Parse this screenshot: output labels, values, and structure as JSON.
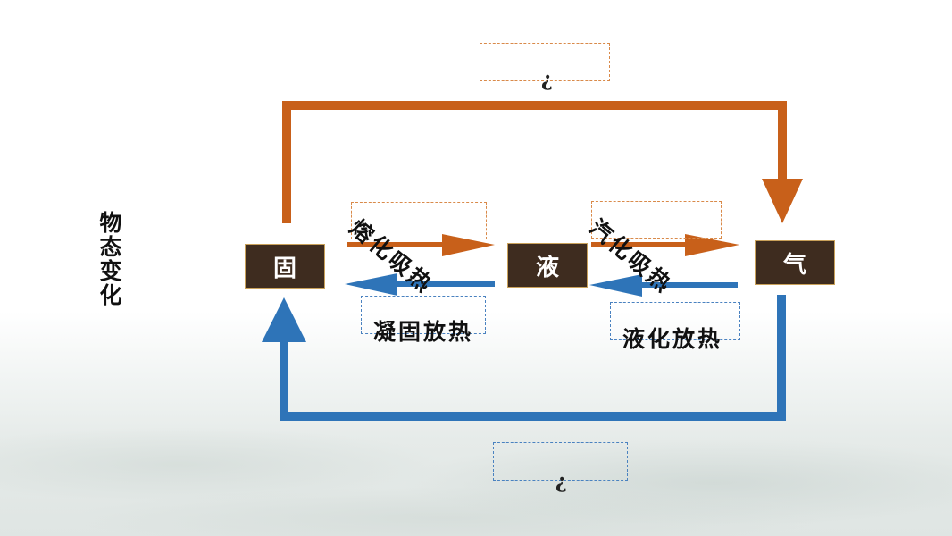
{
  "title": "物态变化",
  "states": {
    "solid": "固",
    "liquid": "液",
    "gas": "气"
  },
  "processes": {
    "melting": "熔化吸热",
    "freezing": "凝固放热",
    "vaporization": "汽化吸热",
    "liquefaction": "液化放热"
  },
  "unknowns": {
    "top": "?",
    "bottom": "?"
  },
  "colors": {
    "heat_absorb": "#c8601a",
    "heat_release": "#2e74b8",
    "state_box": "#3e2c1f"
  }
}
